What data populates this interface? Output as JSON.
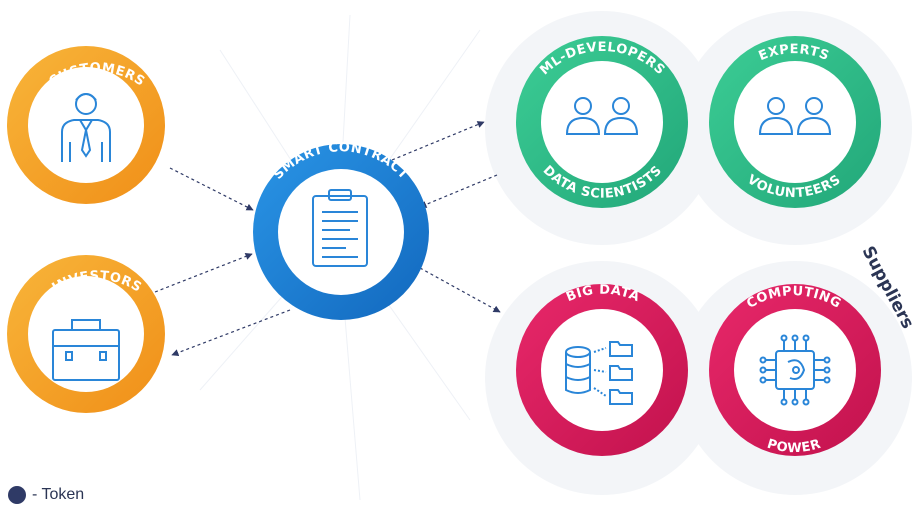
{
  "nodes": {
    "customers": {
      "label": "CUSTOMERS",
      "icon": "businessman-icon",
      "color": "#f6a623"
    },
    "investors": {
      "label": "INVESTORS",
      "icon": "briefcase-icon",
      "color": "#f6a623"
    },
    "smart_contract": {
      "label": "SMART CONTRACT",
      "icon": "clipboard-icon",
      "color": "#1b7fd0"
    },
    "ml_developers": {
      "top_label": "ML-DEVELOPERS",
      "bottom_label": "DATA SCIENTISTS",
      "icon": "people-icon",
      "color": "#33c08f"
    },
    "experts": {
      "top_label": "EXPERTS",
      "bottom_label": "VOLUNTEERS",
      "icon": "people-icon",
      "color": "#33c08f"
    },
    "big_data": {
      "label": "BIG DATA",
      "icon": "database-icon",
      "color": "#d81b5c"
    },
    "computing": {
      "top_label": "COMPUTING",
      "bottom_label": "POWER",
      "icon": "chip-icon",
      "color": "#d81b5c"
    }
  },
  "side_label": "Suppliers",
  "legend": {
    "text": "- Token",
    "color": "#2f3a66"
  }
}
